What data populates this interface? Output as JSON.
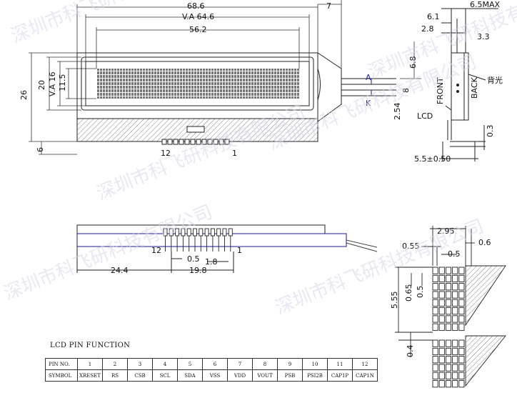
{
  "front_view": {
    "dims": {
      "overall_width": "68.6",
      "va_width": "V.A 64.6",
      "aa_width": "56.2",
      "right_offset": "7",
      "overall_height": "26",
      "va_height": "V.A 16",
      "window_height": "20",
      "aa_height": "11.5",
      "bottom_offset": "6",
      "cable_offset": "6.8",
      "pin_spacing": "8",
      "cable_pitch": "2.54"
    },
    "labels": {
      "anode": "A",
      "cathode": "K",
      "pin_left": "12",
      "pin_right": "1"
    }
  },
  "side_view": {
    "dims": {
      "max_thickness": "6.5MAX",
      "d1": "6.1",
      "d2": "2.8",
      "d3": "3.3",
      "d4": "0.3",
      "bottom": "5.5±0.50"
    },
    "labels": {
      "lcd": "LCD",
      "front": "FRONT",
      "back": "BACK",
      "backlight": "背光"
    }
  },
  "bottom_view": {
    "dims": {
      "left": "24.4",
      "pitch": "0.5",
      "pin_span": "1.8",
      "width": "19.8"
    },
    "labels": {
      "pin_left": "12",
      "pin_right": "1"
    }
  },
  "detail_view": {
    "dims": {
      "char_width": "2.95",
      "dot_width": "0.55",
      "dot_gap": "0.5",
      "char_gap": "0.6",
      "char_height": "5.55",
      "dot_pitch": "0.65",
      "dot_gap_v": "0.5",
      "line_gap": "0.4"
    }
  },
  "pin_function": {
    "title": "LCD PIN FUNCTION",
    "row1_label": "PIN NO.",
    "row2_label": "SYMBOL",
    "numbers": [
      "1",
      "2",
      "3",
      "4",
      "5",
      "6",
      "7",
      "8",
      "9",
      "10",
      "11",
      "12"
    ],
    "symbols": [
      "XRESET",
      "RS",
      "CSB",
      "SCL",
      "SDA",
      "VSS",
      "VDD",
      "VOUT",
      "PSB",
      "PSI2B",
      "CAP1P",
      "CAP1N"
    ]
  },
  "watermarks": [
    {
      "text": "深圳市科飞研科技有限公司"
    },
    {
      "text": "深圳市科飞研科技有限公司"
    },
    {
      "text": "深圳市科飞研科技有限公司"
    },
    {
      "text": "深圳市科飞研科技有限公司"
    },
    {
      "text": "深圳市科飞研科技有限公司"
    },
    {
      "text": "深圳市科飞研科技有限公司"
    }
  ]
}
